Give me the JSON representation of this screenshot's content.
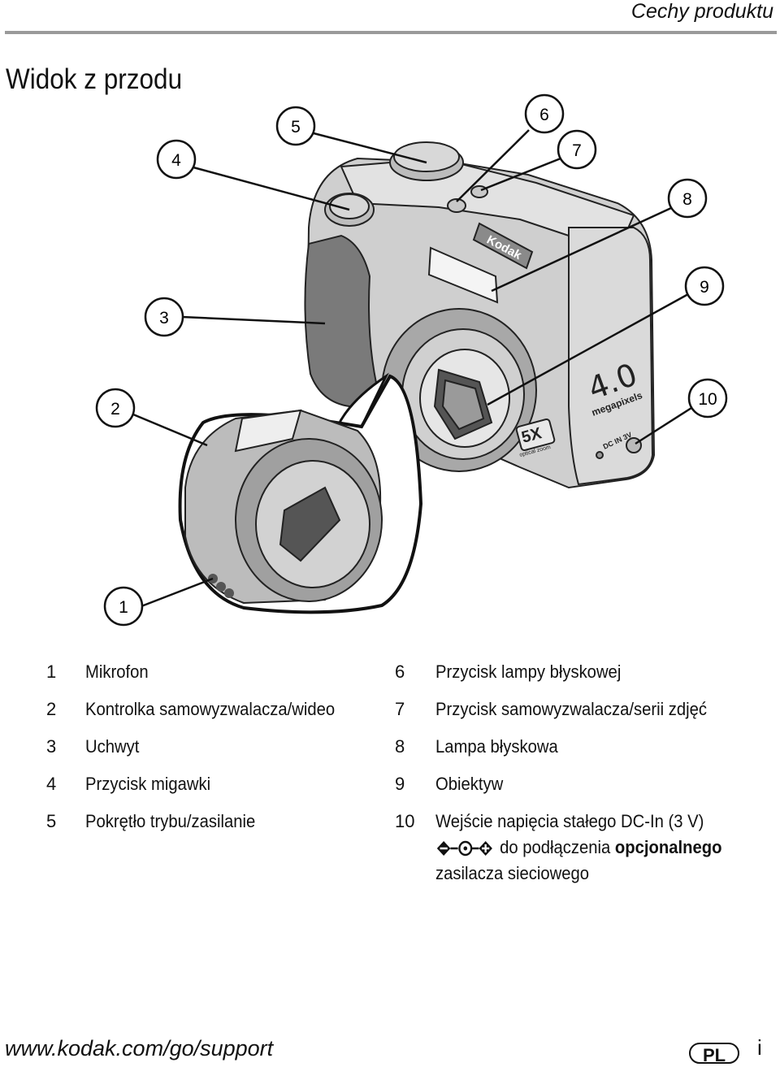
{
  "header": {
    "section_title": "Cechy produktu"
  },
  "page_title": "Widok z przodu",
  "callouts": [
    "1",
    "2",
    "3",
    "4",
    "5",
    "6",
    "7",
    "8",
    "9",
    "10"
  ],
  "legend_left": [
    {
      "num": "1",
      "text": "Mikrofon"
    },
    {
      "num": "2",
      "text": "Kontrolka samowyzwalacza/wideo"
    },
    {
      "num": "3",
      "text": "Uchwyt"
    },
    {
      "num": "4",
      "text": "Przycisk migawki"
    },
    {
      "num": "5",
      "text": "Pokrętło trybu/zasilanie"
    }
  ],
  "legend_right": [
    {
      "num": "6",
      "text": "Przycisk lampy błyskowej"
    },
    {
      "num": "7",
      "text": "Przycisk samowyzwalacza/serii zdjęć"
    },
    {
      "num": "8",
      "text": "Lampa błyskowa"
    },
    {
      "num": "9",
      "text": "Obiektyw"
    },
    {
      "num": "10",
      "text": "Wejście napięcia stałego DC-In (3 V)"
    }
  ],
  "legend_10_cont": {
    "part1": "do podłączenia ",
    "bold": "opcjonalnego",
    "line2": "zasilacza sieciowego"
  },
  "camera_labels": {
    "brand": "Kodak",
    "megapixels_value": "4.0",
    "megapixels_label": "megapixels",
    "zoom_value": "5X",
    "zoom_label": "optical zoom",
    "dc_label": "DC IN 3V"
  },
  "footer": {
    "url": "www.kodak.com/go/support",
    "lang": "PL",
    "page": "i"
  }
}
